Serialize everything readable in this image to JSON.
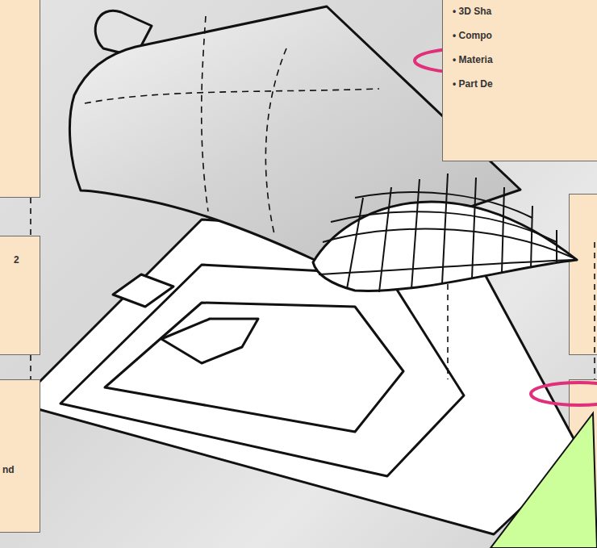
{
  "diagram": {
    "nodes": [
      {
        "text": [
          "• 3D Sha",
          "• Compo",
          "• Materia",
          "• Part De"
        ]
      },
      {
        "text": [
          "2"
        ]
      },
      {
        "text": [
          "nd"
        ]
      }
    ],
    "edges": [
      {
        "from": 1,
        "to": 2,
        "arrow": "none"
      }
    ]
  }
}
